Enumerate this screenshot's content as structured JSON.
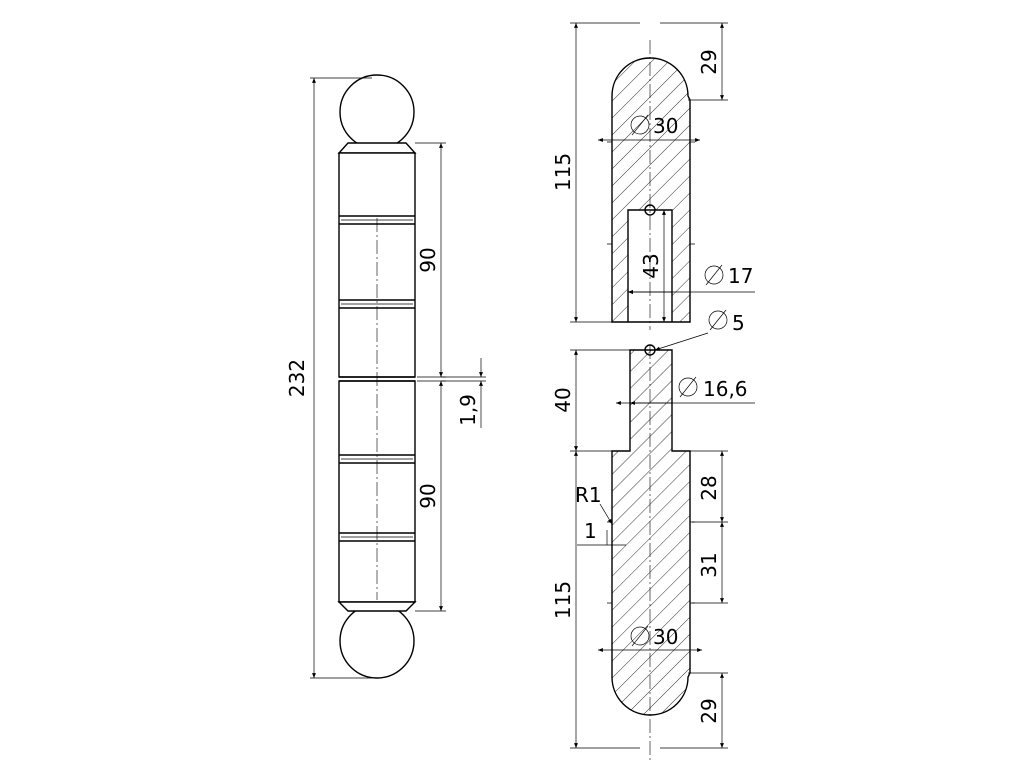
{
  "dimensions": {
    "front_total_length": "232",
    "front_upper_barrel": "90",
    "front_lower_barrel": "90",
    "front_gap": "1,9",
    "upper_section_length": "115",
    "upper_ball_height": "29",
    "upper_diameter": "30",
    "upper_bore_depth": "43",
    "upper_bore_diameter": "17",
    "ball_diameter": "5",
    "pin_length": "40",
    "pin_diameter": "16,6",
    "groove_radius": "R1",
    "groove_depth": "1",
    "groove_spacing_1": "28",
    "groove_spacing_2": "31",
    "lower_section_length": "115",
    "lower_diameter": "30",
    "lower_ball_height": "29"
  }
}
